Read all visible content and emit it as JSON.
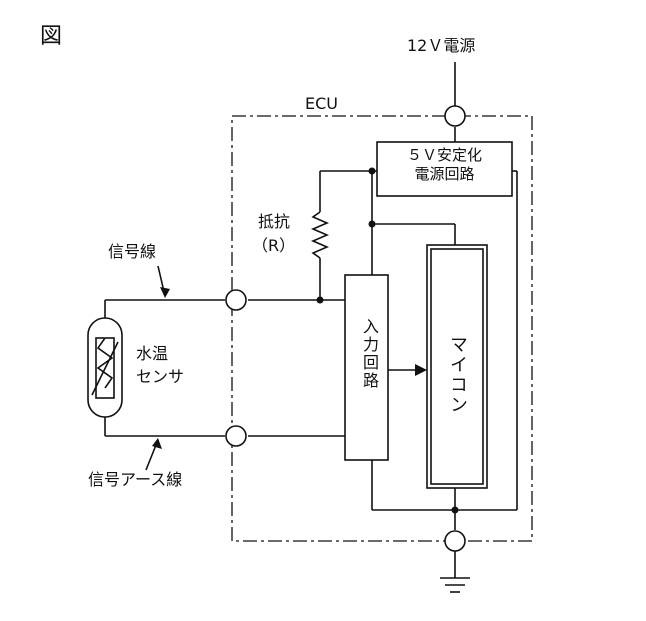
{
  "figure_label": "図",
  "labels": {
    "power_supply": "12Ｖ電源",
    "ecu": "ECU",
    "regulator_line1": "５Ｖ安定化",
    "regulator_line2": "電源回路",
    "resistor_line1": "抵抗",
    "resistor_line2": "（R）",
    "signal_line": "信号線",
    "signal_ground_line": "信号アース線",
    "sensor_line1": "水温",
    "sensor_line2": "センサ",
    "input_circuit": "入力回路",
    "microcomputer": "マイコン"
  }
}
